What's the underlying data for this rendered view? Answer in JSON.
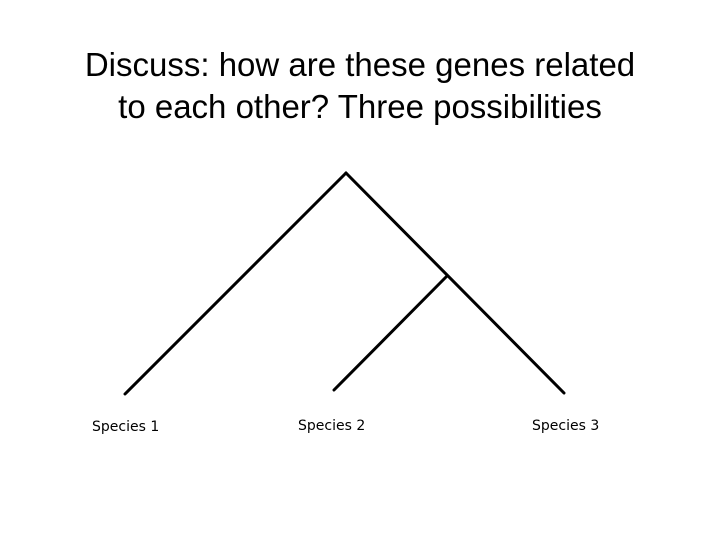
{
  "slide": {
    "title_line1": "Discuss: how are these genes related",
    "title_line2": "to each other? Three possibilities"
  },
  "tree": {
    "line_color": "#000000",
    "leaves": [
      {
        "label": "Species 1"
      },
      {
        "label": "Species 2"
      },
      {
        "label": "Species 3"
      }
    ]
  }
}
